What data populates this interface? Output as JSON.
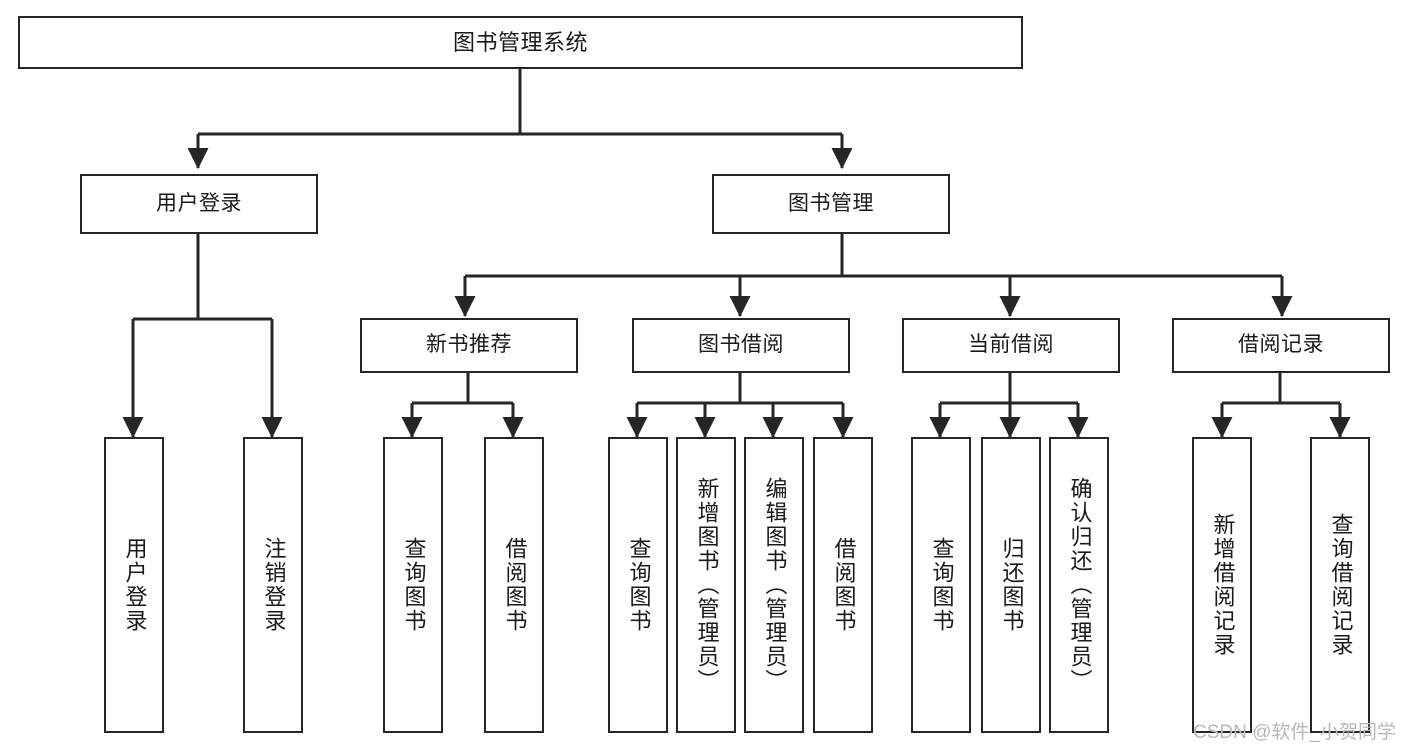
{
  "diagram": {
    "title": "图书管理系统",
    "type": "function-structure-tree",
    "orientation": "top-down",
    "colors": {
      "background": "#ffffff",
      "box_border": "#262626",
      "box_fill": "#ffffff",
      "connector": "#262626",
      "text": "#1a1a1a",
      "watermark": "#b9b9b9"
    },
    "root": {
      "id": "root",
      "label": "图书管理系统",
      "text_direction": "horizontal"
    },
    "level2": [
      {
        "id": "user-login",
        "label": "用户登录",
        "text_direction": "horizontal"
      },
      {
        "id": "book-management",
        "label": "图书管理",
        "text_direction": "horizontal"
      }
    ],
    "level3": [
      {
        "id": "new-book-recommend",
        "label": "新书推荐",
        "parent": "book-management",
        "text_direction": "horizontal"
      },
      {
        "id": "book-borrow",
        "label": "图书借阅",
        "parent": "book-management",
        "text_direction": "horizontal"
      },
      {
        "id": "current-borrow",
        "label": "当前借阅",
        "parent": "book-management",
        "text_direction": "horizontal"
      },
      {
        "id": "borrow-record",
        "label": "借阅记录",
        "parent": "book-management",
        "text_direction": "horizontal"
      }
    ],
    "leaves": [
      {
        "id": "leaf-user-login",
        "label": "用户登录",
        "parent": "user-login",
        "text_direction": "vertical"
      },
      {
        "id": "leaf-user-logout",
        "label": "注销登录",
        "parent": "user-login",
        "text_direction": "vertical"
      },
      {
        "id": "leaf-query-book-1",
        "label": "查询图书",
        "parent": "new-book-recommend",
        "text_direction": "vertical"
      },
      {
        "id": "leaf-borrow-book-1",
        "label": "借阅图书",
        "parent": "new-book-recommend",
        "text_direction": "vertical"
      },
      {
        "id": "leaf-query-book-2",
        "label": "查询图书",
        "parent": "book-borrow",
        "text_direction": "vertical"
      },
      {
        "id": "leaf-add-book",
        "label": "新增图书（管理员）",
        "parent": "book-borrow",
        "text_direction": "vertical"
      },
      {
        "id": "leaf-edit-book",
        "label": "编辑图书（管理员）",
        "parent": "book-borrow",
        "text_direction": "vertical"
      },
      {
        "id": "leaf-borrow-book-2",
        "label": "借阅图书",
        "parent": "book-borrow",
        "text_direction": "vertical"
      },
      {
        "id": "leaf-query-book-3",
        "label": "查询图书",
        "parent": "current-borrow",
        "text_direction": "vertical"
      },
      {
        "id": "leaf-return-book",
        "label": "归还图书",
        "parent": "current-borrow",
        "text_direction": "vertical"
      },
      {
        "id": "leaf-confirm-return",
        "label": "确认归还（管理员）",
        "parent": "current-borrow",
        "text_direction": "vertical"
      },
      {
        "id": "leaf-add-record",
        "label": "新增借阅记录",
        "parent": "borrow-record",
        "text_direction": "vertical"
      },
      {
        "id": "leaf-query-record",
        "label": "查询借阅记录",
        "parent": "borrow-record",
        "text_direction": "vertical"
      }
    ]
  },
  "watermark": {
    "text": "CSDN @软件_小贺同学"
  }
}
